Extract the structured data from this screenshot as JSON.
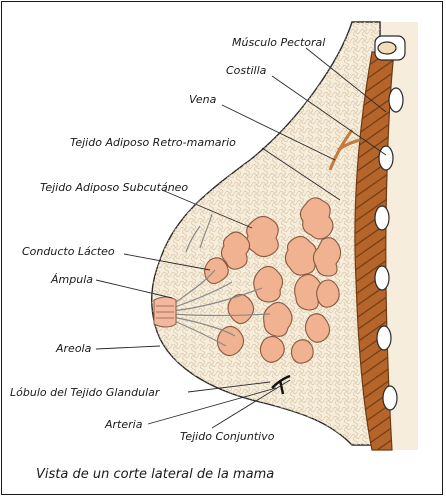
{
  "labels": {
    "musculo_pectoral": "Músculo Pectoral",
    "costilla": "Costilla",
    "vena": "Vena",
    "tejido_retro": "Tejido Adiposo Retro-mamario",
    "tejido_subcutaneo": "Tejido Adiposo Subcutáneo",
    "conducto_lacteo": "Conducto Lácteo",
    "ampula": "Ámpula",
    "areola": "Areola",
    "lobulo": "Lóbulo del Tejido Glandular",
    "arteria": "Arteria",
    "tejido_conjuntivo": "Tejido Conjuntivo"
  },
  "caption": "Vista de un corte lateral de la mama",
  "colors": {
    "skin_fill": "#f6eddc",
    "fat_pattern": "#d9c7a6",
    "lobule": "#f0b290",
    "lobule_stroke": "#8a5a40",
    "muscle": "#b5652a",
    "muscle_dark": "#6e3a14",
    "rib_fill": "#ffffff",
    "areola": "#f3b9a0"
  }
}
